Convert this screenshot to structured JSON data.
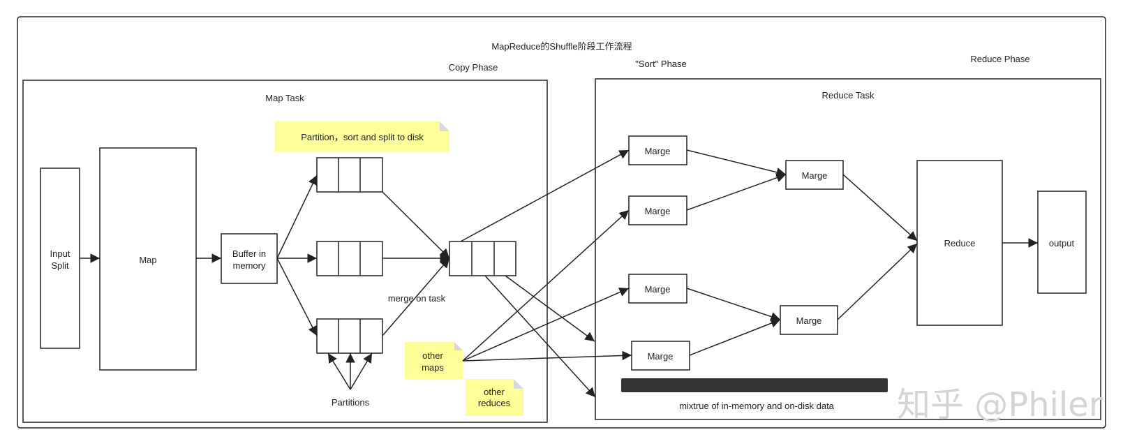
{
  "title": "MapReduce的Shuffle阶段工作流程",
  "phases": {
    "copy": "Copy Phase",
    "sort": "\"Sort\" Phase",
    "reduce": "Reduce Phase"
  },
  "map_task": {
    "title": "Map Task",
    "input_split": [
      "Input",
      "Split"
    ],
    "map": "Map",
    "buffer": [
      "Buffer in",
      "memory"
    ],
    "note_partition": "Partition，sort and split to disk",
    "merge_on_task": "merge on task",
    "partitions": "Partitions"
  },
  "notes": {
    "other_maps": [
      "other",
      "maps"
    ],
    "other_reduces": [
      "other",
      "reduces"
    ]
  },
  "reduce_task": {
    "title": "Reduce Task",
    "marge_label": "Marge",
    "reduce": "Reduce",
    "output": "output",
    "mixture": "mixtrue of in-memory and on-disk data"
  },
  "watermark": "知乎 @Philer",
  "colors": {
    "note_fill": "#ffff99",
    "note_fold": "#d9d9d9",
    "line": "#222222",
    "bar": "#333333",
    "watermark": "#d4d4d4"
  }
}
